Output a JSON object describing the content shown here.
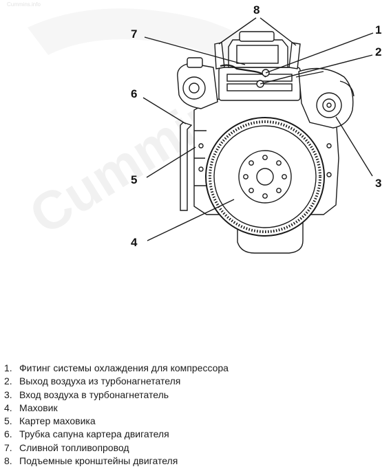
{
  "diagram": {
    "watermark": "Cummins",
    "watermark_small": "Cummins.info",
    "callouts": [
      "1",
      "2",
      "3",
      "4",
      "5",
      "6",
      "7",
      "8"
    ]
  },
  "legend": [
    {
      "num": "1.",
      "text": "Фитинг системы охлаждения для компрессора"
    },
    {
      "num": "2.",
      "text": "Выход воздуха из турбонагнетателя"
    },
    {
      "num": "3.",
      "text": "Вход воздуха в турбонагнетатель"
    },
    {
      "num": "4.",
      "text": "Маховик"
    },
    {
      "num": "5.",
      "text": "Картер маховика"
    },
    {
      "num": "6.",
      "text": "Трубка сапуна картера двигателя"
    },
    {
      "num": "7.",
      "text": "Сливной топливопровод"
    },
    {
      "num": "8.",
      "text": "Подъемные кронштейны двигателя"
    }
  ]
}
